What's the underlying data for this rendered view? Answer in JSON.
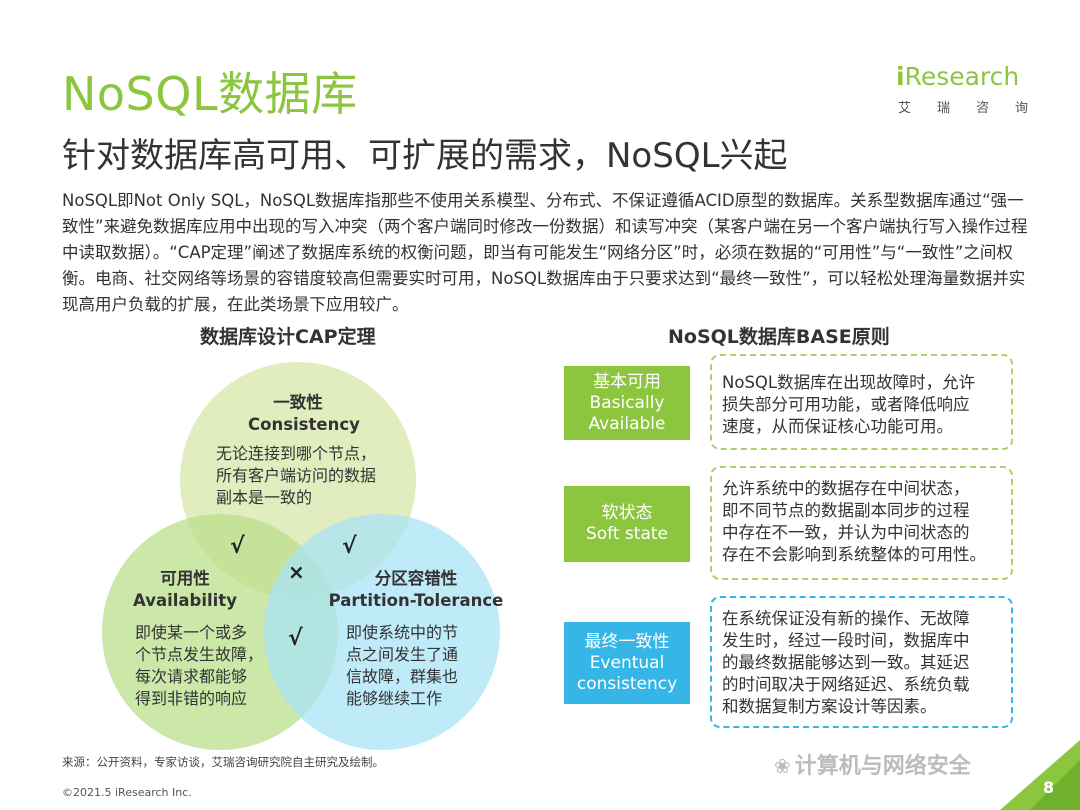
{
  "title": "NoSQL数据库",
  "subtitle": "针对数据库高可用、可扩展的需求，NoSQL兴起",
  "logo": {
    "main_i": "i",
    "main_rest": "Research",
    "sub": "艾瑞咨询"
  },
  "intro": "NoSQL即Not Only SQL，NoSQL数据库指那些不使用关系模型、分布式、不保证遵循ACID原型的数据库。关系型数据库通过“强一致性”来避免数据库应用中出现的写入冲突（两个客户端同时修改一份数据）和读写冲突（某客户端在另一个客户端执行写入操作过程中读取数据）。“CAP定理”阐述了数据库系统的权衡问题，即当有可能发生“网络分区”时，必须在数据的“可用性”与“一致性”之间权衡。电商、社交网络等场景的容错度较高但需要实时可用，NoSQL数据库由于只要求达到“最终一致性”，可以轻松处理海量数据并实现高用户负载的扩展，在此类场景下应用较广。",
  "cap": {
    "heading": "数据库设计CAP定理",
    "consistency": {
      "cn": "一致性",
      "en": "Consistency",
      "desc_lines": [
        "无论连接到哪个节点，",
        "所有客户端访问的数据",
        "副本是一致的"
      ]
    },
    "availability": {
      "cn": "可用性",
      "en": "Availability",
      "desc_lines": [
        "即使某一个或多",
        "个节点发生故障，",
        "每次请求都能够",
        "得到非错的响应"
      ]
    },
    "partition": {
      "cn": "分区容错性",
      "en": "Partition-Tolerance",
      "desc_lines": [
        "即使系统中的节",
        "点之间发生了通",
        "信故障，群集也",
        "能够继续工作"
      ]
    },
    "marks": {
      "ca": "√",
      "cp": "√",
      "ap": "√",
      "center": "×"
    },
    "colors": {
      "consistency": "#dce9b4",
      "availability": "#b9e08c",
      "partition": "#a9e3f5"
    }
  },
  "base": {
    "heading": "NoSQL数据库BASE原则",
    "items": [
      {
        "label_lines": [
          "基本可用",
          "Basically",
          "Available"
        ],
        "desc_lines": [
          "NoSQL数据库在出现故障时，允许",
          "损失部分可用功能，或者降低响应",
          "速度，从而保证核心功能可用。"
        ]
      },
      {
        "label_lines": [
          "软状态",
          "Soft state"
        ],
        "desc_lines": [
          "允许系统中的数据存在中间状态，",
          "即不同节点的数据副本同步的过程",
          "中存在不一致，并认为中间状态的",
          "存在不会影响到系统整体的可用性。"
        ]
      },
      {
        "label_lines": [
          "最终一致性",
          "Eventual",
          "consistency"
        ],
        "desc_lines": [
          "在系统保证没有新的操作、无故障",
          "发生时，经过一段时间，数据库中",
          "的最终数据能够达到一致。其延迟",
          "的时间取决于网络延迟、系统负载",
          "和数据复制方案设计等因素。"
        ]
      }
    ]
  },
  "footer": {
    "source": "来源：公开资料，专家访谈，艾瑞咨询研究院自主研究及绘制。",
    "copyright": "©2021.5 iResearch Inc.",
    "watermark": "计算机与网络安全",
    "page_number": "8"
  }
}
